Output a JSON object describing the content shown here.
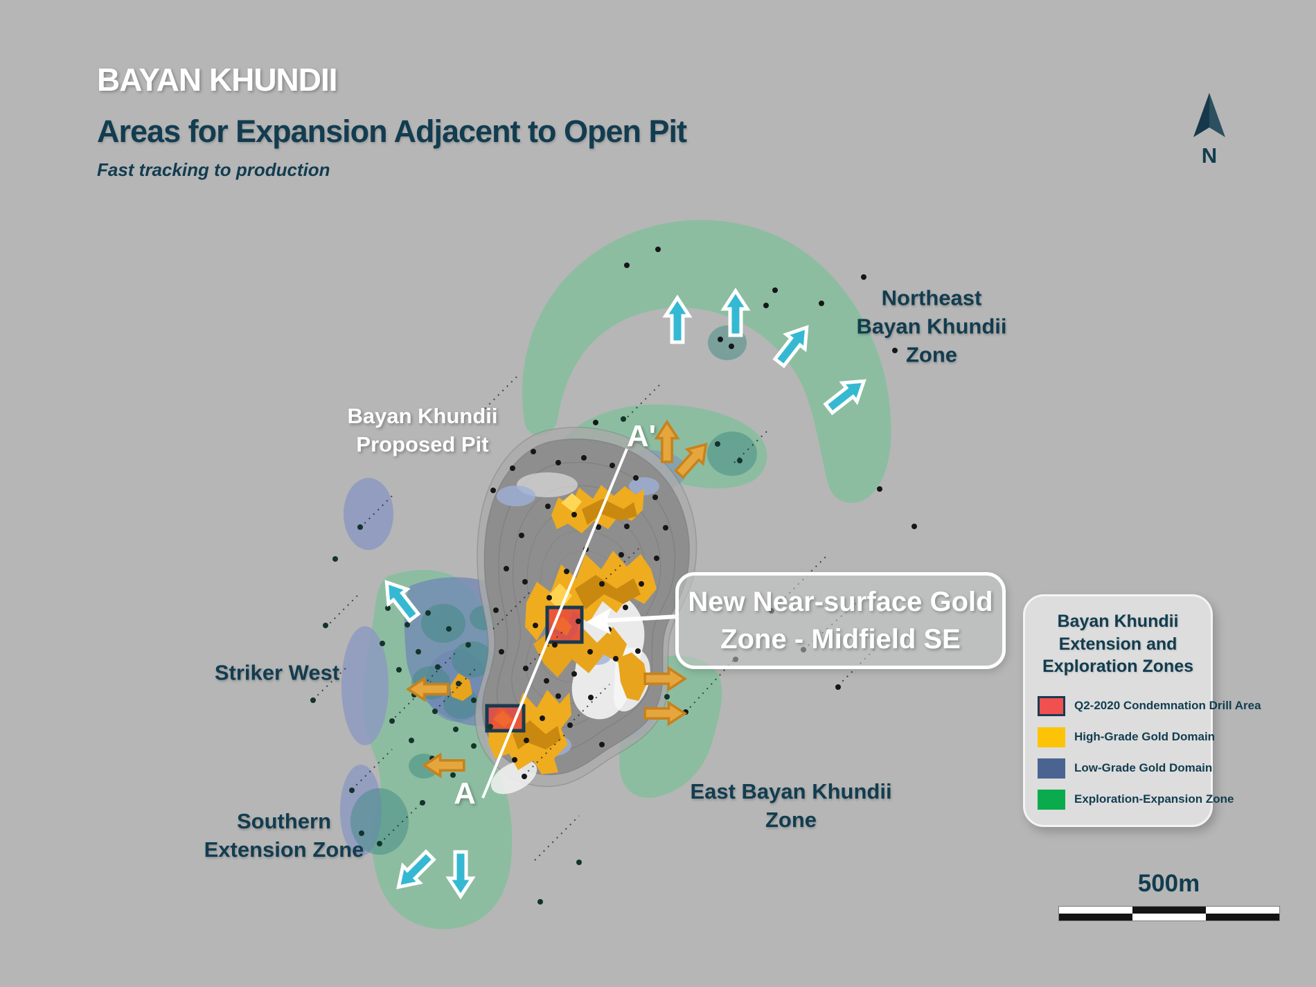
{
  "header": {
    "pretitle": "BAYAN KHUNDII",
    "title": "Areas for Expansion Adjacent to Open Pit",
    "subtitle": "Fast tracking to production"
  },
  "compass": {
    "label": "N"
  },
  "labels": {
    "northeast_zone": {
      "line1": "Northeast",
      "line2": "Bayan Khundii",
      "line3": "Zone"
    },
    "proposed_pit": {
      "line1": "Bayan Khundii",
      "line2": "Proposed Pit"
    },
    "striker_west": {
      "line1": "Striker West"
    },
    "southern_zone": {
      "line1": "Southern",
      "line2": "Extension Zone"
    },
    "east_zone": {
      "line1": "East Bayan Khundii",
      "line2": "Zone"
    },
    "section": {
      "a": "A",
      "a_prime": "A'"
    }
  },
  "callout": {
    "line1": "New Near-surface Gold",
    "line2": "Zone - Midfield SE"
  },
  "legend": {
    "title": {
      "line1": "Bayan Khundii",
      "line2": "Extension and",
      "line3": "Exploration Zones"
    },
    "items": [
      {
        "label": "Q2-2020 Condemnation Drill Area",
        "color": "#f0504f",
        "border": "#1b3950"
      },
      {
        "label": "High-Grade Gold Domain",
        "color": "#fdc306",
        "border": "none"
      },
      {
        "label": "Low-Grade Gold Domain",
        "color": "#4a6390",
        "border": "none"
      },
      {
        "label": "Exploration-Expansion Zone",
        "color": "#0aab4d",
        "border": "none"
      }
    ]
  },
  "scalebar": {
    "label": "500m"
  },
  "colors": {
    "background": "#b5b6b5",
    "heading_text": "#123c50",
    "exploration_zone_fill": "#8cbda0",
    "low_grade_fill": "#7b8cbb",
    "high_grade_fill": "#efac1e",
    "condemnation_red": "#f0504f",
    "expansion_arrow_cyan": "#35b9d3",
    "expansion_arrow_orange": "#e6a63e"
  }
}
